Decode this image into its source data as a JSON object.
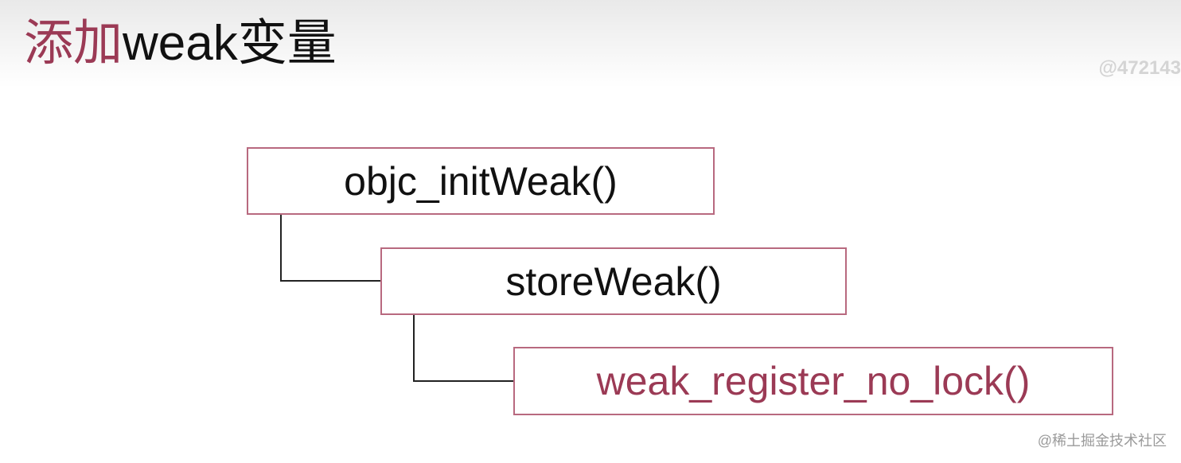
{
  "title": {
    "accent": "添加",
    "rest": "weak变量"
  },
  "watermarks": {
    "top": "@472143",
    "bottom": "@稀土掘金技术社区"
  },
  "nodes": [
    {
      "label": "objc_initWeak()"
    },
    {
      "label": "storeWeak()"
    },
    {
      "label": "weak_register_no_lock()"
    }
  ],
  "colors": {
    "accent": "#9b3a55",
    "box_border": "#b8697f",
    "text": "#111111"
  }
}
